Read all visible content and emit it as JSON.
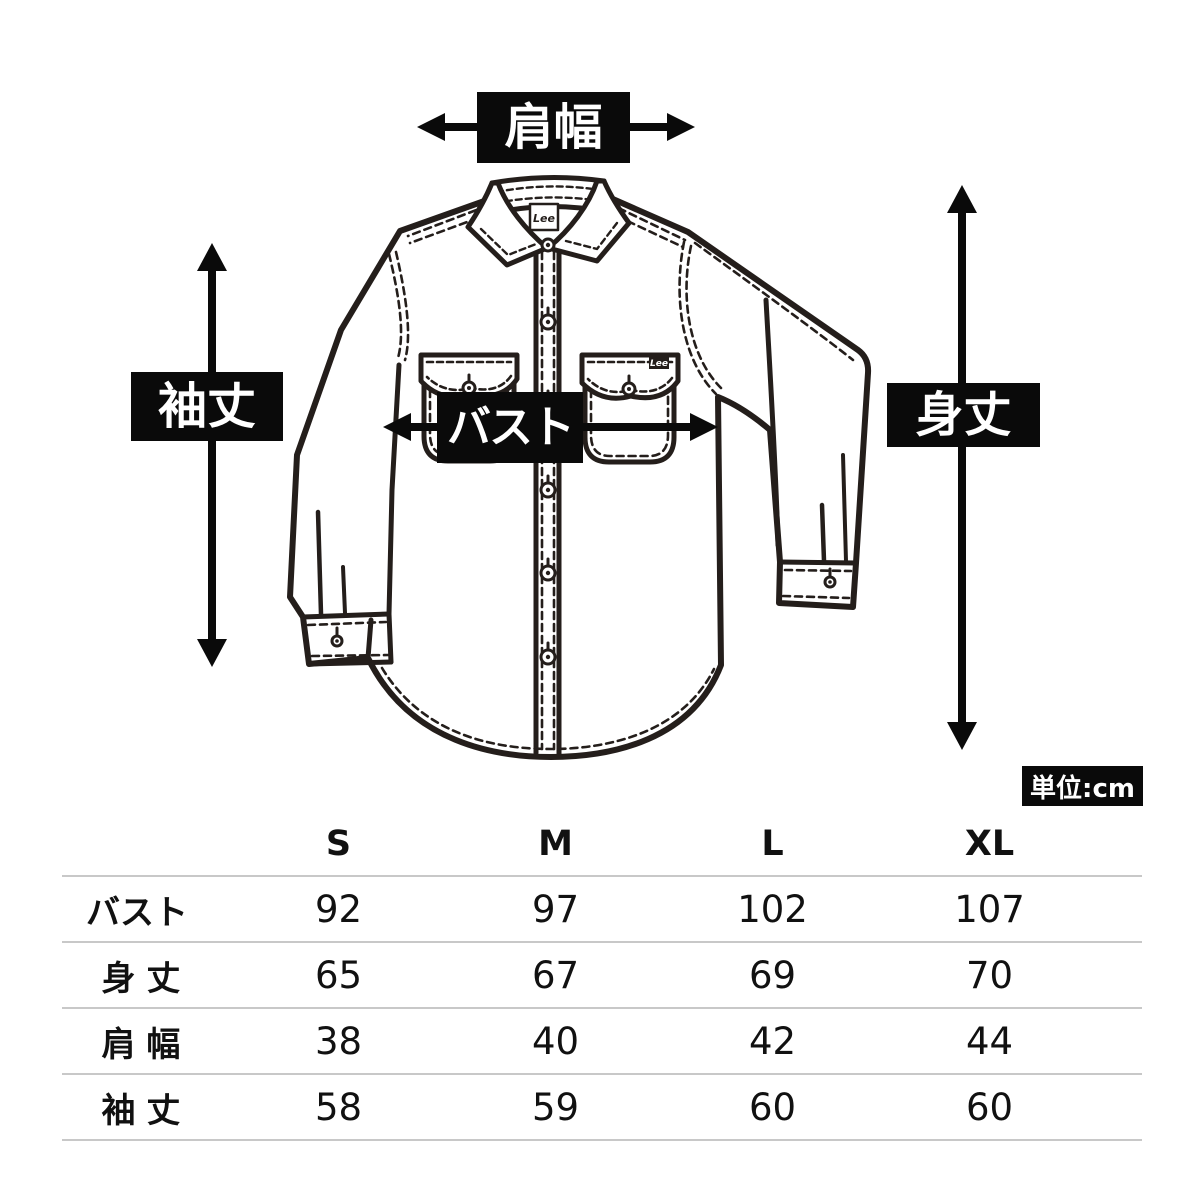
{
  "diagram": {
    "labels": {
      "shoulder_width": "肩幅",
      "sleeve_length": "袖丈",
      "bust": "バスト",
      "body_length": "身丈"
    },
    "unit_badge": "単位:cm",
    "brand_tag": "Lee",
    "colors": {
      "ink": "#241e1b",
      "annotation_black": "#0a0a0a",
      "annotation_text": "#ffffff",
      "table_line": "#c8c8c8",
      "table_text": "#111111"
    }
  },
  "size_table": {
    "columns": [
      "S",
      "M",
      "L",
      "XL"
    ],
    "rows": [
      {
        "label": "バスト",
        "values": [
          "92",
          "97",
          "102",
          "107"
        ]
      },
      {
        "label": "身丈",
        "values": [
          "65",
          "67",
          "69",
          "70"
        ]
      },
      {
        "label": "肩幅",
        "values": [
          "38",
          "40",
          "42",
          "44"
        ]
      },
      {
        "label": "袖丈",
        "values": [
          "58",
          "59",
          "60",
          "60"
        ]
      }
    ]
  }
}
